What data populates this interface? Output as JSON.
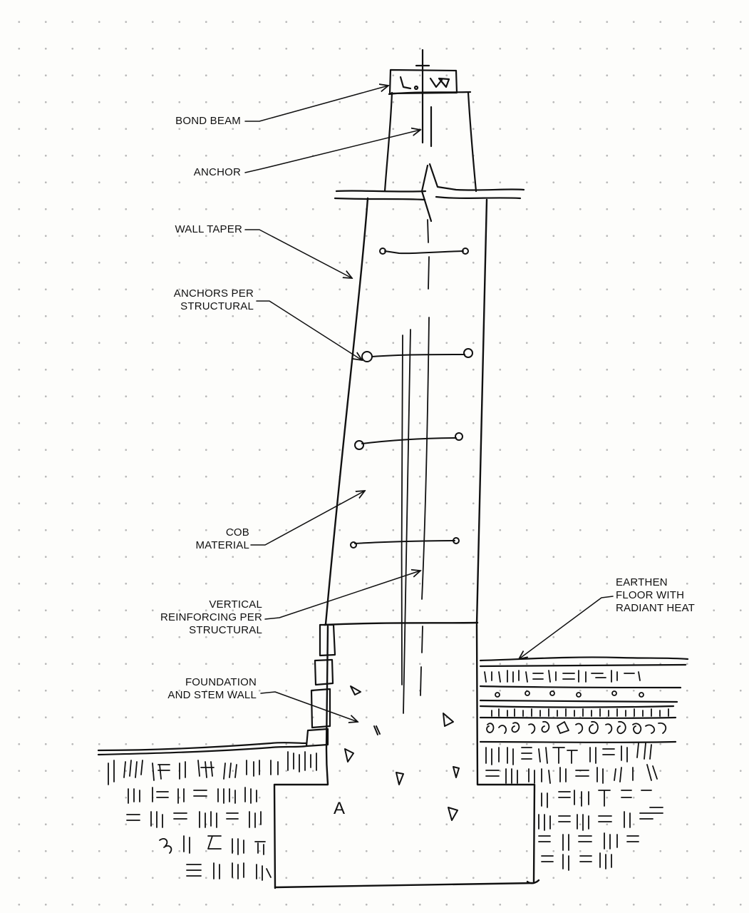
{
  "labels": {
    "bond_beam": [
      "BOND BEAM"
    ],
    "anchor": [
      "ANCHOR"
    ],
    "wall_taper": [
      "WALL TAPER"
    ],
    "anchors_per_structural": [
      "ANCHORS PER",
      "STRUCTURAL"
    ],
    "cob_material": [
      "COB",
      "MATERIAL"
    ],
    "vertical_reinforcing": [
      "VERTICAL",
      "REINFORCING PER",
      "STRUCTURAL"
    ],
    "foundation": [
      "FOUNDATION",
      "AND STEM WALL"
    ],
    "earthen_floor": [
      "EARTHEN",
      "FLOOR WITH",
      "RADIANT HEAT"
    ]
  },
  "footing_mark": "A",
  "ink_color": "#111111"
}
